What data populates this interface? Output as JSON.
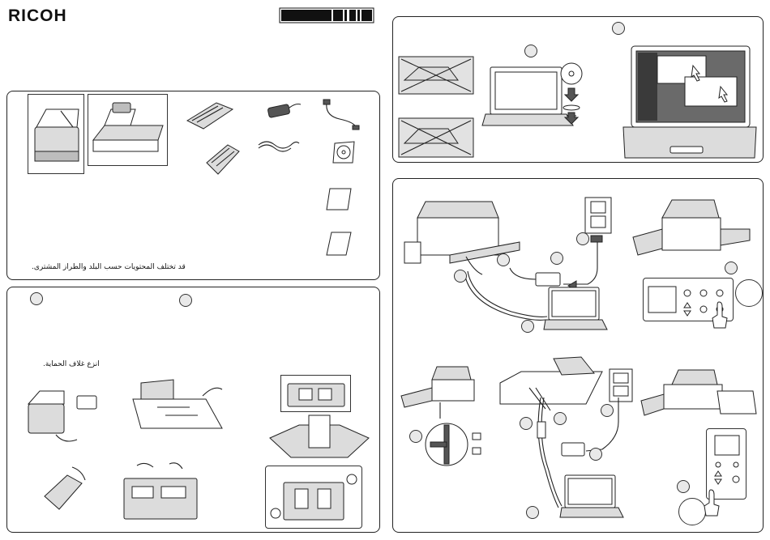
{
  "header": {
    "brand_logo": "RICOH",
    "barcode_icon": "barcode-icon"
  },
  "contents_panel": {
    "note": "قد تختلف المحتويات حسب البلد والطراز المشترى."
  },
  "unpack_panel": {
    "remove_protection_text": "انزع غلاف الحماية."
  },
  "icons": {
    "scanner": "scanner-icon",
    "cd": "cd-icon",
    "power": "power-plug-icon",
    "usb": "usb-cable-icon",
    "laptop": "laptop-icon",
    "outlet": "wall-outlet-icon",
    "lock": "lock-icon",
    "hand": "hand-icon"
  },
  "colors": {
    "border": "#222222",
    "step_badge": "#e9e9e9",
    "screen_dark": "#555555"
  }
}
